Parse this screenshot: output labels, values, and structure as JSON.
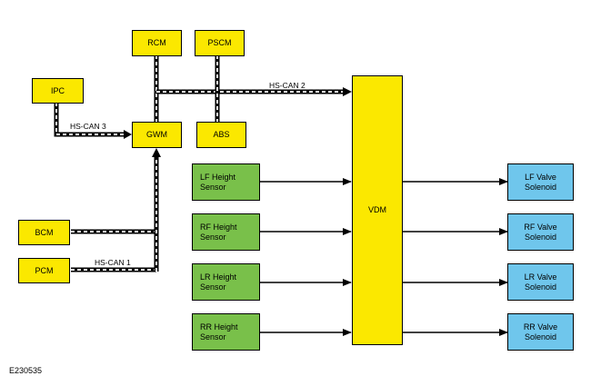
{
  "modules": {
    "rcm": "RCM",
    "pscm": "PSCM",
    "ipc": "IPC",
    "gwm": "GWM",
    "abs": "ABS",
    "bcm": "BCM",
    "pcm": "PCM",
    "vdm": "VDM"
  },
  "sensors": {
    "lf": "LF Height Sensor",
    "rf": "RF Height Sensor",
    "lr": "LR Height Sensor",
    "rr": "RR Height Sensor"
  },
  "solenoids": {
    "lf": "LF Valve Solenoid",
    "rf": "RF Valve Solenoid",
    "lr": "LR Valve Solenoid",
    "rr": "RR Valve Solenoid"
  },
  "networks": {
    "hs_can_1": "HS-CAN 1",
    "hs_can_2": "HS-CAN 2",
    "hs_can_3": "HS-CAN 3"
  },
  "figure_code": "E230535",
  "colors": {
    "module": "#fbe800",
    "sensor": "#79c04a",
    "solenoid": "#6fc6ec"
  }
}
